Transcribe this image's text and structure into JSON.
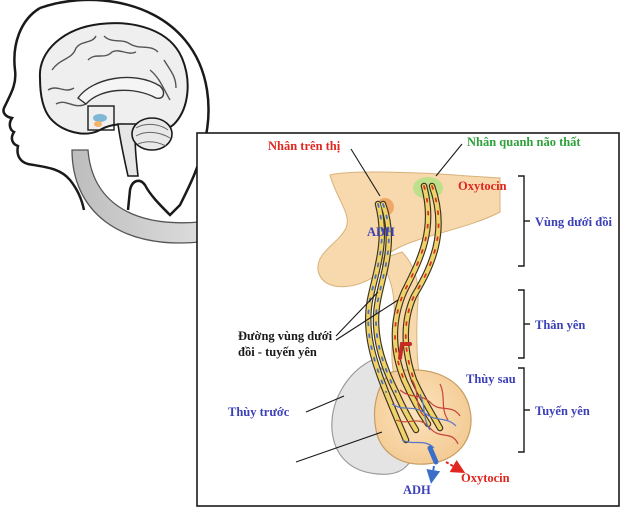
{
  "labels": {
    "supraoptic_nucleus": "Nhân trên thị",
    "paraventricular_nucleus": "Nhân quanh não thất",
    "oxytocin_top": "Oxytocin",
    "adh_top": "ADH",
    "hypothalamus": "Vùng dưới đồi",
    "hypothalamo_hypophyseal_tract_line1": "Đường vùng dưới",
    "hypothalamo_hypophyseal_tract_line2": "đồi - tuyến yên",
    "pituitary_stalk": "Thân yên",
    "posterior_lobe": "Thùy sau",
    "pituitary_gland": "Tuyến yên",
    "anterior_lobe": "Thùy trước",
    "oxytocin_bottom": "Oxytocin",
    "adh_bottom": "ADH"
  },
  "colors": {
    "red_label": "#e0261f",
    "green_label": "#2ea03a",
    "blue_label": "#3b3fb8",
    "tissue_fill": "#f6d6a8",
    "neuron_yellow": "#efd36a",
    "green_nucleus": "#bfe08a",
    "orange_nucleus": "#f0a868"
  },
  "icons": [
    "head-silhouette",
    "brain",
    "magnify-arrow",
    "pituitary-anatomy"
  ]
}
